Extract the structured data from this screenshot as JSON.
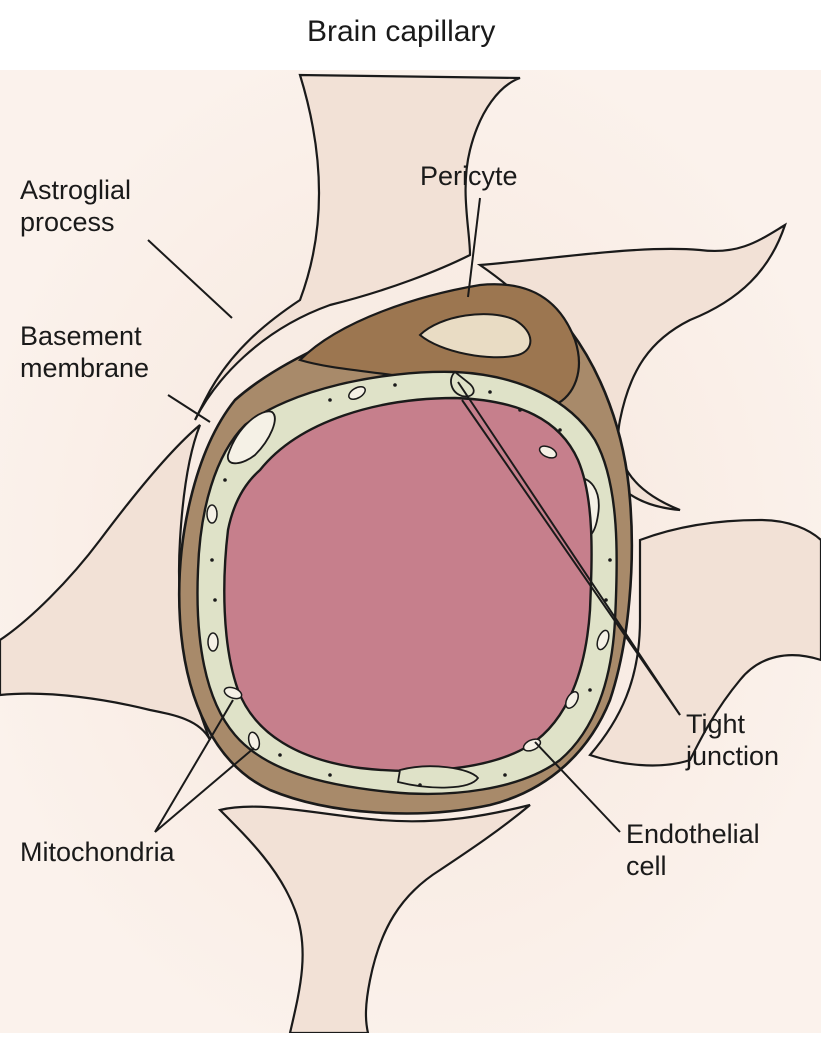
{
  "diagram": {
    "title": "Brain capillary",
    "labels": {
      "astroglial_process": [
        "Astroglial",
        "process"
      ],
      "pericyte": "Pericyte",
      "basement_membrane": [
        "Basement",
        "membrane"
      ],
      "tight_junction": [
        "Tight",
        "junction"
      ],
      "mitochondria": "Mitochondria",
      "endothelial_cell": [
        "Endothelial",
        "cell"
      ]
    },
    "colors": {
      "background": "#ffffff",
      "astroglia_fill": "#f2e1d6",
      "basement_membrane_fill": "#a88a6a",
      "pericyte_fill": "#9c7650",
      "endothelium_fill": "#dfe2c8",
      "lumen_fill": "#c67f8c",
      "outline": "#1a1a1a"
    }
  }
}
